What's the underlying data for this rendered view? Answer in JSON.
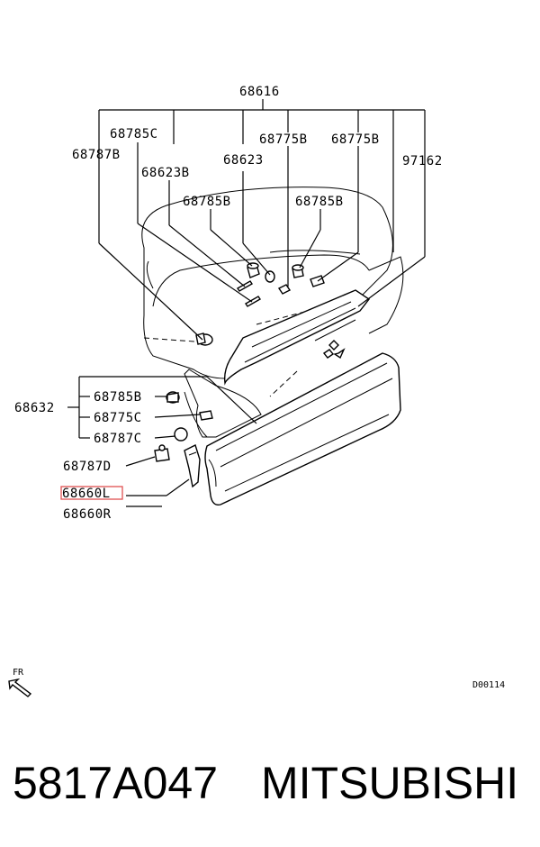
{
  "labels": {
    "top": "68616",
    "c785c": "68785C",
    "c787b": "68787B",
    "c623b": "68623B",
    "c623": "68623",
    "c775b_1": "68775B",
    "c775b_2": "68775B",
    "c97162": "97162",
    "c785b_1": "68785B",
    "c785b_2": "68785B",
    "c632": "68632",
    "c785b_3": "68785B",
    "c775c": "68775C",
    "c787c": "68787C",
    "c787d": "68787D",
    "c660l": "68660L",
    "c660r": "68660R"
  },
  "direction_label": "FR",
  "diagram_code": "D00114",
  "footer": {
    "part_number": "5817A047",
    "brand": "MITSUBISHI"
  },
  "highlight_color": "#e05050"
}
